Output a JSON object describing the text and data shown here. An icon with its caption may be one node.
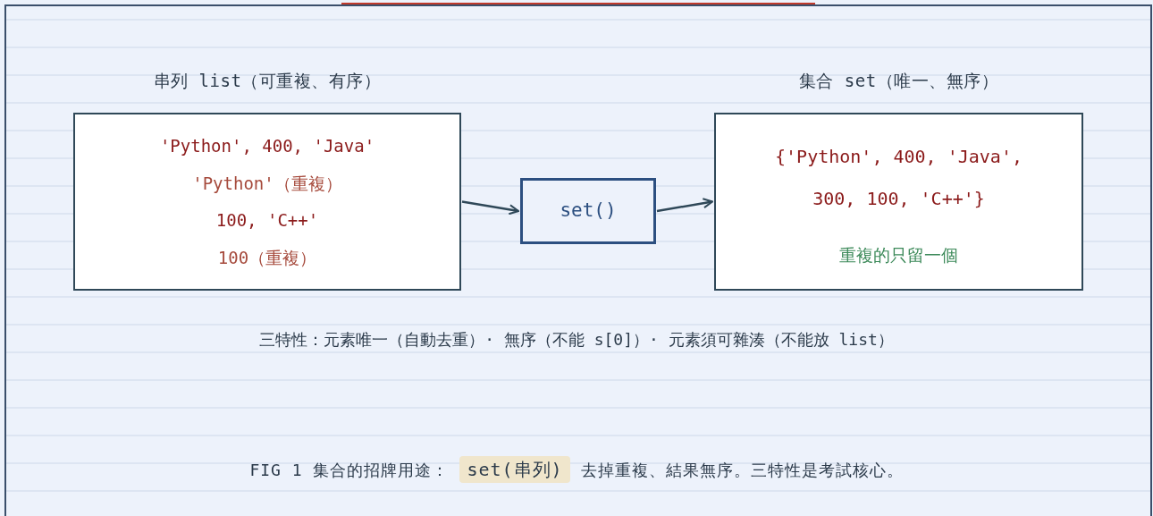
{
  "diagram": {
    "nodes": [
      {
        "text": [
          "串列 list（可重複、有序）",
          "'Python', 400, 'Java'",
          "'Python'（重複）",
          "100, 'C++'",
          "100（重複）"
        ]
      },
      {
        "text": [
          "set()"
        ]
      },
      {
        "text": [
          "集合 set（唯一、無序）",
          "{'Python', 400, 'Java', 300, 100, 'C++'}",
          "重複的只留一個"
        ]
      }
    ],
    "edges": [
      {
        "from": 0,
        "to": 1,
        "arrow": "to"
      },
      {
        "from": 1,
        "to": 2,
        "arrow": "to"
      }
    ],
    "labels": [
      "三特性：元素唯一（自動去重）· 無序（不能 s[0]）· 元素須可雜湊（不能放 list）",
      "FIG 1 集合的招牌用途：",
      "set(串列)",
      "去掉重複、結果無序。三特性是考試核心。"
    ]
  }
}
